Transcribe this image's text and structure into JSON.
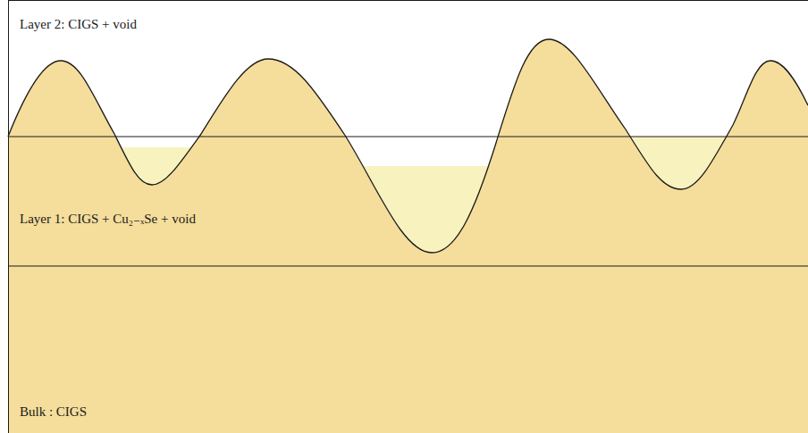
{
  "diagram": {
    "nodes": [
      {
        "text": [
          "Layer 2: CIGS + void"
        ]
      },
      {
        "text": [
          "Layer 1: CIGS + Cu₂₋ₓSe + void"
        ]
      },
      {
        "text": [
          "Bulk : CIGS"
        ]
      }
    ]
  }
}
